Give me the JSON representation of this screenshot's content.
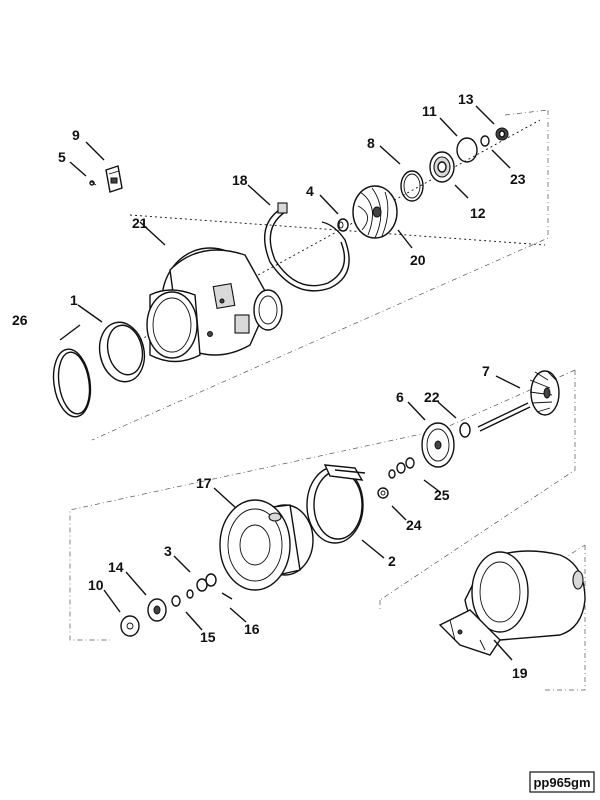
{
  "callouts": [
    {
      "id": "c1",
      "label": "1"
    },
    {
      "id": "c2",
      "label": "2"
    },
    {
      "id": "c3",
      "label": "3"
    },
    {
      "id": "c4",
      "label": "4"
    },
    {
      "id": "c5",
      "label": "5"
    },
    {
      "id": "c6",
      "label": "6"
    },
    {
      "id": "c7",
      "label": "7"
    },
    {
      "id": "c8",
      "label": "8"
    },
    {
      "id": "c9",
      "label": "9"
    },
    {
      "id": "c10",
      "label": "10"
    },
    {
      "id": "c11",
      "label": "11"
    },
    {
      "id": "c12",
      "label": "12"
    },
    {
      "id": "c13",
      "label": "13"
    },
    {
      "id": "c14",
      "label": "14"
    },
    {
      "id": "c15",
      "label": "15"
    },
    {
      "id": "c16",
      "label": "16"
    },
    {
      "id": "c17",
      "label": "17"
    },
    {
      "id": "c18",
      "label": "18"
    },
    {
      "id": "c19",
      "label": "19"
    },
    {
      "id": "c20",
      "label": "20"
    },
    {
      "id": "c21",
      "label": "21"
    },
    {
      "id": "c22",
      "label": "22"
    },
    {
      "id": "c23",
      "label": "23"
    },
    {
      "id": "c24",
      "label": "24"
    },
    {
      "id": "c25",
      "label": "25"
    },
    {
      "id": "c26",
      "label": "26"
    }
  ],
  "reference_code": "pp965gm"
}
